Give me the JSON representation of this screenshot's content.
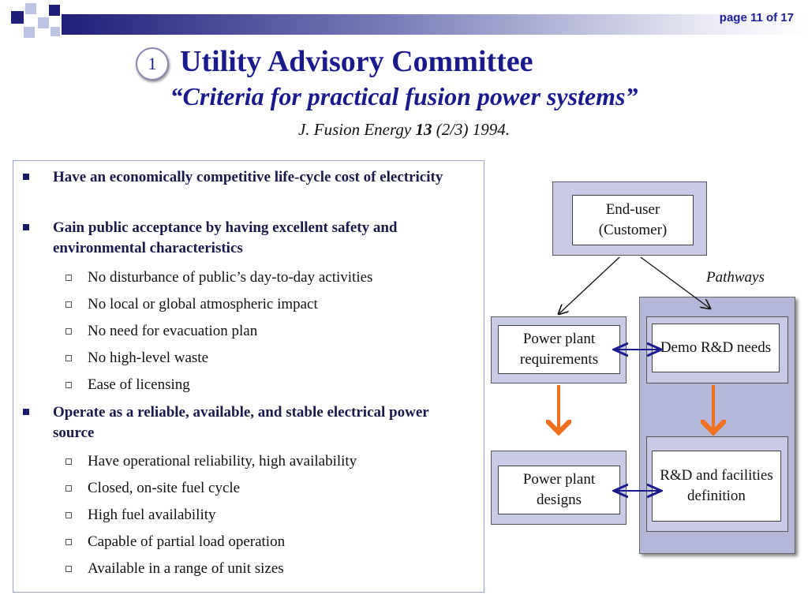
{
  "header": {
    "page_number": "page 11 of 17",
    "badge": "1",
    "title": "Utility Advisory Committee",
    "subtitle": "“Criteria for practical fusion power systems”",
    "citation_journal": "J. Fusion Energy ",
    "citation_volume": "13",
    "citation_rest": " (2/3) 1994."
  },
  "bullets": {
    "b1": "Have an economically competitive life-cycle cost of electricity",
    "b2": "Gain public acceptance by having excellent safety and environmental characteristics",
    "b2_sub": [
      "No disturbance of public’s day-to-day activities",
      "No local or global atmospheric impact",
      "No need for evacuation plan",
      "No high-level waste",
      "Ease of licensing"
    ],
    "b3": "Operate as a reliable, available, and stable electrical power source",
    "b3_sub": [
      "Have operational reliability, high availability",
      "Closed, on-site fuel cycle",
      "High fuel availability",
      "Capable of partial load operation",
      "Available in a range of unit sizes"
    ]
  },
  "diagram": {
    "end_user": "End-user\n(Customer)",
    "pathways_label": "Pathways",
    "requirements": "Power plant requirements",
    "demo": "Demo R&D needs",
    "designs": "Power plant designs",
    "rd_facilities": "R&D and facilities definition",
    "colors": {
      "arrow_orange": "#f07020",
      "arrow_blue": "#1a1a8c",
      "box_fill": "#c9cbe6",
      "pathway_fill": "#b6b8d9"
    }
  }
}
